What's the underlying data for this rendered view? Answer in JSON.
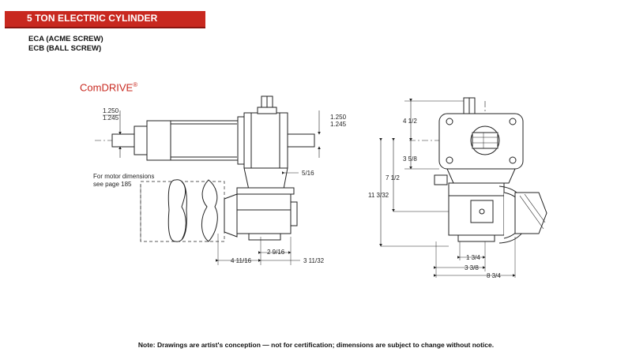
{
  "header": {
    "title": "5 TON ELECTRIC CYLINDER",
    "banner_color": "#c8281f"
  },
  "models": [
    "ECA (ACME SCREW)",
    "ECB (BALL SCREW)"
  ],
  "brand": {
    "name": "ComDRIVE",
    "mark": "®",
    "color": "#c8281f"
  },
  "left_view": {
    "dim_shaft_left_max": "1.250",
    "dim_shaft_left_min": "1.245",
    "dim_shaft_right_max": "1.250",
    "dim_shaft_right_min": "1.245",
    "dim_5_16": "5/16",
    "motor_note_line1": "For motor dimensions",
    "motor_note_line2": "see page 185",
    "dim_2_9_16": "2 9/16",
    "dim_4_11_16": "4 11/16",
    "dim_3_11_32": "3 11/32"
  },
  "right_view": {
    "dim_4_1_2": "4 1/2",
    "dim_3_5_8": "3 5/8",
    "dim_7_1_2": "7 1/2",
    "dim_11_3_32": "11 3/32",
    "dim_1_3_4": "1 3/4",
    "dim_3_3_8": "3 3/8",
    "dim_8_3_4": "8 3/4"
  },
  "footer": {
    "note": "Note: Drawings are artist's conception — not for certification; dimensions are subject to change without notice."
  }
}
